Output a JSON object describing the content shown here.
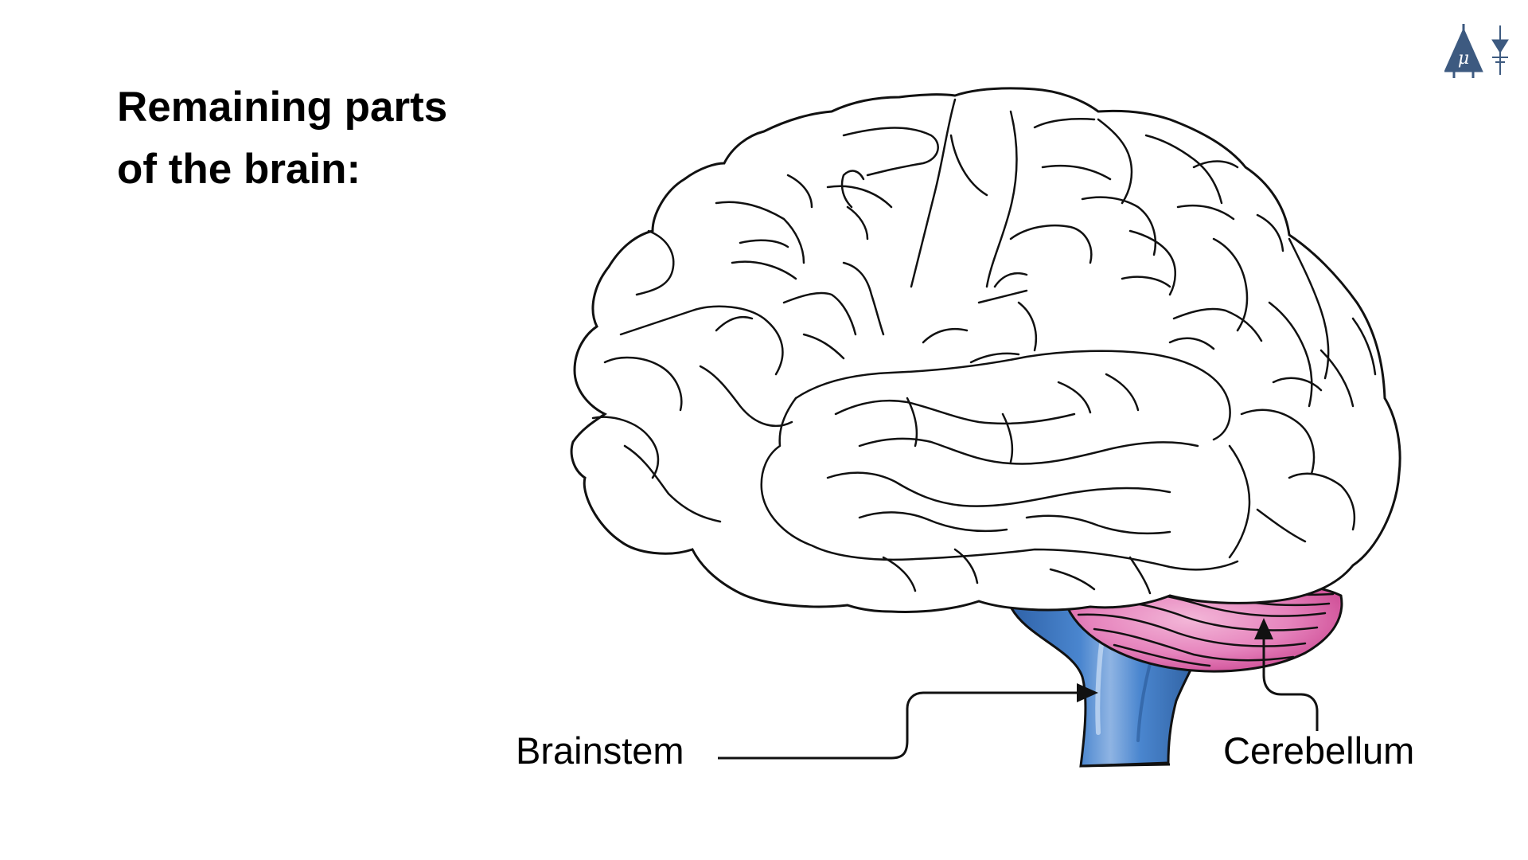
{
  "slide": {
    "title_lines": [
      "Remaining parts",
      "of the brain:"
    ]
  },
  "diagram": {
    "labels": {
      "brainstem": "Brainstem",
      "cerebellum": "Cerebellum"
    },
    "colors": {
      "brainstem": "#3f78c0",
      "brainstem_highlight": "#8fb4e3",
      "cerebellum": "#df5fa6",
      "cerebellum_light": "#f3b7d8",
      "outline": "#111111",
      "cerebrum_fill": "#ffffff"
    }
  },
  "logo": {
    "icon": "triangle-mu-logo-icon",
    "glyph": "μ",
    "color": "#3d5a80"
  }
}
